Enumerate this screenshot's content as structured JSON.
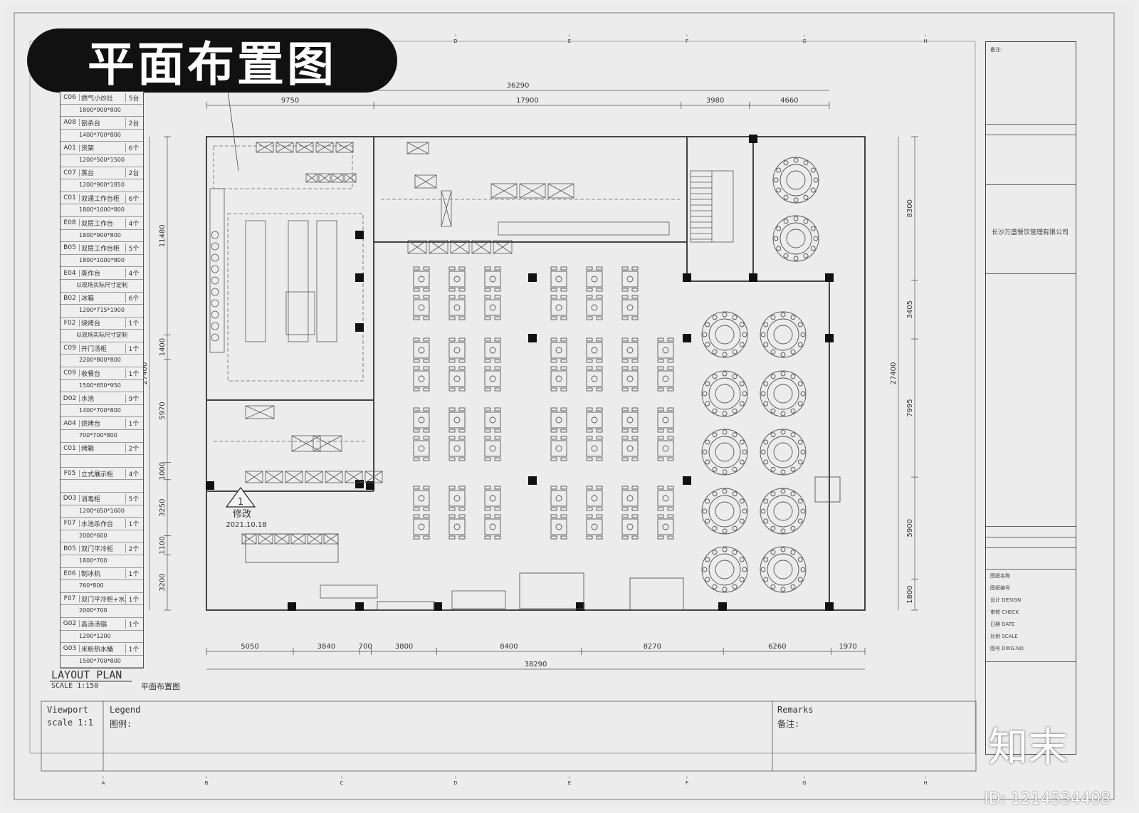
{
  "banner": {
    "title": "平面布置图"
  },
  "plan": {
    "title": "LAYOUT PLAN",
    "scale_label": "SCALE  1:150",
    "title_cn": "平面布置图",
    "revision_number": "1",
    "revision_label": "修改",
    "revision_date": "2021.10.18",
    "dims_top": {
      "overall": "36290",
      "segments": [
        "9750",
        "17900",
        "3980",
        "4660"
      ]
    },
    "dims_bottom": {
      "overall": "38290",
      "segments": [
        "5050",
        "3840",
        "700",
        "3800",
        "8400",
        "8270",
        "6260",
        "1970"
      ]
    },
    "dims_left": {
      "overall": "27400",
      "segments": [
        "11480",
        "1400",
        "5970",
        "1000",
        "3250",
        "1100",
        "3200"
      ]
    },
    "dims_right": {
      "overall": "27400",
      "segments": [
        "8300",
        "3405",
        "7995",
        "5900",
        "1800"
      ]
    },
    "grid_letters": [
      "A",
      "B",
      "C",
      "D",
      "E",
      "F",
      "G",
      "H"
    ]
  },
  "schedule": [
    {
      "code": "C06",
      "name": "燃气小炒灶",
      "qty": "5台",
      "dim": "1800*900*800"
    },
    {
      "code": "A08",
      "name": "剖杀台",
      "qty": "2台",
      "dim": "1400*700*800"
    },
    {
      "code": "A01",
      "name": "货架",
      "qty": "6个",
      "dim": "1200*500*1500"
    },
    {
      "code": "C07",
      "name": "蒸台",
      "qty": "2台",
      "dim": "1200*900*1850"
    },
    {
      "code": "C01",
      "name": "双通工作台柜",
      "qty": "6个",
      "dim": "1800*1000*800"
    },
    {
      "code": "E08",
      "name": "双层工作台",
      "qty": "4个",
      "dim": "1800*900*800"
    },
    {
      "code": "B05",
      "name": "双层工作台柜",
      "qty": "5个",
      "dim": "1800*1000*800"
    },
    {
      "code": "E04",
      "name": "蒸作台",
      "qty": "4个",
      "note": "以现场实际尺寸定制"
    },
    {
      "code": "B02",
      "name": "冰箱",
      "qty": "6个",
      "dim": "1200*715*1900"
    },
    {
      "code": "F02",
      "name": "烧烤台",
      "qty": "1个",
      "note": "以现场实际尺寸定制"
    },
    {
      "code": "C09",
      "name": "开门汤柜",
      "qty": "1个",
      "dim": "2200*800*800"
    },
    {
      "code": "C09",
      "name": "收餐台",
      "qty": "1个",
      "dim": "1500*650*950"
    },
    {
      "code": "D02",
      "name": "水池",
      "qty": "9个",
      "dim": "1400*700*800"
    },
    {
      "code": "A04",
      "name": "烘烤台",
      "qty": "1个",
      "dim": "700*700*800"
    },
    {
      "code": "C01",
      "name": "烤箱",
      "qty": "2个",
      "dim": ""
    },
    {
      "code": "F05",
      "name": "立式展示柜",
      "qty": "4个",
      "dim": ""
    },
    {
      "code": "D03",
      "name": "消毒柜",
      "qty": "5个",
      "dim": "1200*650*1600"
    },
    {
      "code": "F07",
      "name": "水池杀作台",
      "qty": "1个",
      "dim": "2000*600"
    },
    {
      "code": "B05",
      "name": "双门平冷柜",
      "qty": "2个",
      "dim": "1800*700"
    },
    {
      "code": "E06",
      "name": "制冰机",
      "qty": "1个",
      "dim": "760*800"
    },
    {
      "code": "F07",
      "name": "双门平冷柜+水池",
      "qty": "1个",
      "dim": "2000*700"
    },
    {
      "code": "G02",
      "name": "高汤汤锅",
      "qty": "1个",
      "dim": "1200*1200"
    },
    {
      "code": "G03",
      "name": "米粉热水桶",
      "qty": "1个",
      "dim": "1500*700*800"
    }
  ],
  "legend_bar": {
    "viewport_label": "Viewport",
    "viewport_scale": "scale 1:1",
    "legend_label": "Legend",
    "legend_cn": "图例:",
    "remarks_label": "Remarks",
    "remarks_cn": "备注:"
  },
  "title_block": {
    "notes_label": "备注:",
    "company": "长沙万盛餐饮管理有限公司",
    "row_labels": [
      "图纸名称",
      "图纸编号",
      "设计 DESIGN",
      "审核 CHECK",
      "日期 DATE",
      "比例 SCALE",
      "图号 DWG.NO"
    ]
  },
  "watermark": {
    "id": "ID: 1214534408",
    "logo": "知末"
  }
}
